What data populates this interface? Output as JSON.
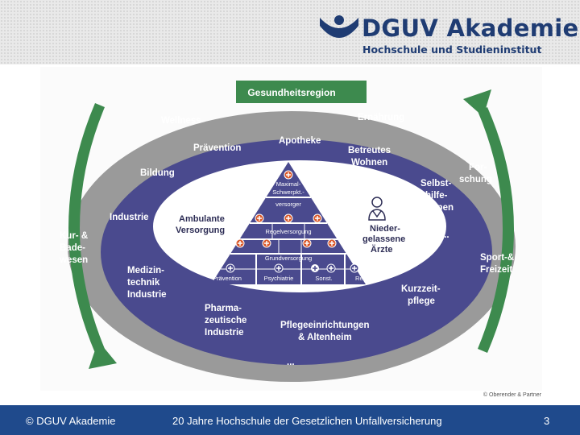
{
  "header": {
    "logo_title": "DGUV Akademie",
    "logo_subtitle": "Hochschule und Studieninstitut",
    "brand_color": "#1f3c73"
  },
  "diagram": {
    "banner": "Gesundheitsregion",
    "outer_ring": {
      "top_left": "Wellness",
      "top_right": "Ernährung",
      "left": [
        "Kur- &",
        "Bade-",
        "wesen"
      ],
      "right_top": [
        "For-",
        "schung"
      ],
      "right_bottom": [
        "Sport-&",
        "Freizeit"
      ]
    },
    "middle_ring": {
      "praevention": "Prävention",
      "apotheke": "Apotheke",
      "betreutes": [
        "Betreutes",
        "Wohnen"
      ],
      "bildung": "Bildung",
      "selbsthilfe": [
        "Selbst-",
        "hilfe-",
        "gruppen"
      ],
      "industrie": "Industrie",
      "dots_right": "...",
      "medizintechnik": [
        "Medizin-",
        "technik",
        "Industrie"
      ],
      "kurzzeitpflege": [
        "Kurzzeit-",
        "pflege"
      ],
      "pharma": [
        "Pharma-",
        "zeutische",
        "Industrie"
      ],
      "pflege": [
        "Pflegeeinrichtungen",
        "& Altenheim"
      ],
      "dots_bottom": "..."
    },
    "inner": {
      "ambulante": [
        "Ambulante",
        "Versorgung"
      ],
      "niedergelassene": [
        "Nieder-",
        "gelassene",
        "Ärzte"
      ],
      "pyramid_top": [
        "Maximal-",
        "Schwerpkt.-",
        "versorger"
      ],
      "regel": "Regelversorgung",
      "grund": "Grundversorgung",
      "bottom": [
        "Prävention",
        "Psychiatrie",
        "Sonst.",
        "Reha"
      ]
    },
    "colors": {
      "outer_ring": "#9a9a9a",
      "middle_ring": "#4a4a8e",
      "inner_ellipse": "#ffffff",
      "pyramid": "#4a4a8e",
      "banner": "#3d8a4e",
      "arrows": "#3d8a4e",
      "cross_icons": "#d9582b"
    }
  },
  "credit": "© Oberender & Partner",
  "footer": {
    "left": "© DGUV Akademie",
    "center": "20 Jahre Hochschule der Gesetzlichen Unfallversicherung",
    "page": "3",
    "background": "#1f4a8c"
  }
}
